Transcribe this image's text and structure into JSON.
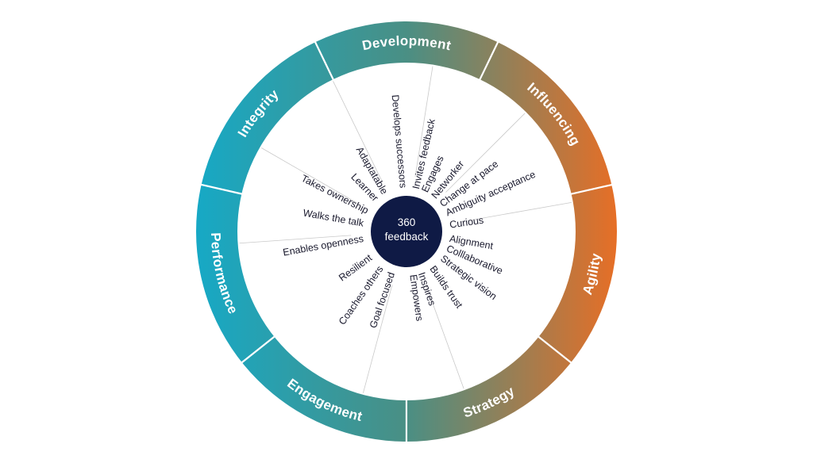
{
  "center": {
    "line1": "360",
    "line2": "feedback",
    "color": "#0f1a45"
  },
  "colors": {
    "teal": "#16a9c6",
    "orange": "#e86e25",
    "divider": "#ffffff",
    "spoke": "#c9c9c9"
  },
  "segments": [
    {
      "label": "Development"
    },
    {
      "label": "Influencing"
    },
    {
      "label": "Agility"
    },
    {
      "label": "Strategy"
    },
    {
      "label": "Engagement"
    },
    {
      "label": "Performance"
    },
    {
      "label": "Integrity"
    }
  ],
  "skills": [
    "Develops successors",
    "Invites feedback",
    "Engages",
    "Networker",
    "Change at pace",
    "Ambiguity acceptance",
    "Curious",
    "Alignment",
    "Colllaborative",
    "Strategic vision",
    "Builds trust",
    "Inspires",
    "Empowers",
    "Goal focused",
    "Coaches others",
    "Resilient",
    "Enables openness",
    "Walks the talk",
    "Takes ownership",
    "Learner",
    "Adaptatable"
  ]
}
